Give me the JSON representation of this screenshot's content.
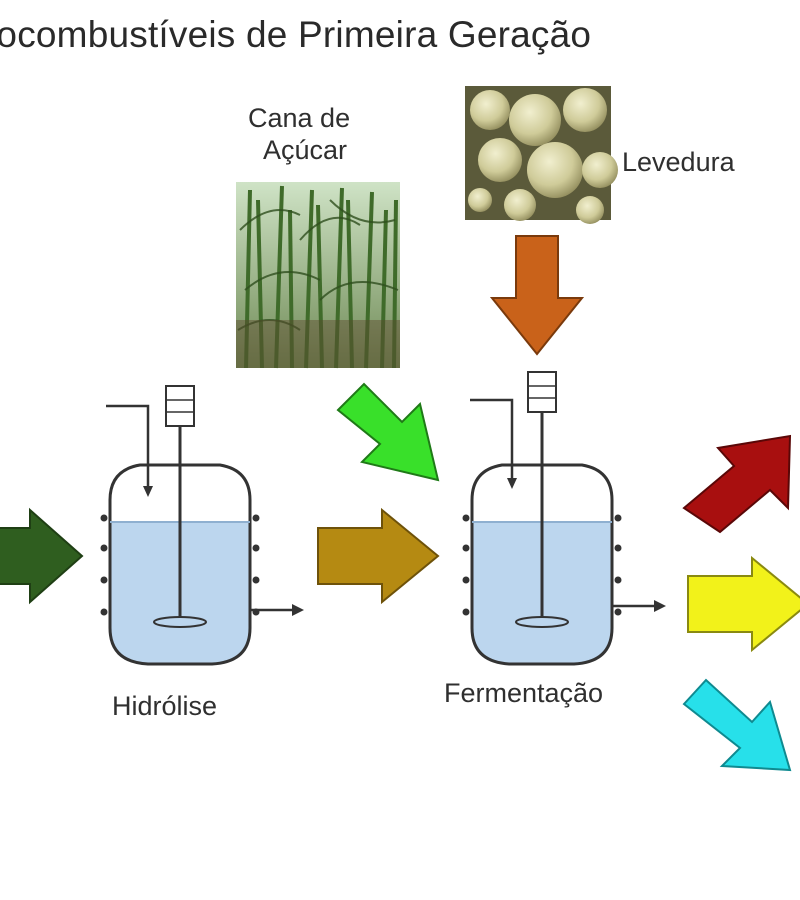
{
  "title": "iocombustíveis de Primeira Geração",
  "labels": {
    "cana_line1": "Cana de",
    "cana_line2": "Açúcar",
    "levedura": "Levedura",
    "hidrolise": "Hidrólise",
    "fermentacao": "Fermentação"
  },
  "colors": {
    "arrow_input_left": "#2f5e1f",
    "arrow_cane": "#39e02a",
    "arrow_yeast": "#c9621a",
    "arrow_middle": "#b58a12",
    "arrow_out_red": "#a80f0f",
    "arrow_out_yellow": "#f2f21a",
    "arrow_out_cyan": "#27e0ea",
    "liquid": "#bcd6ee",
    "tank_stroke": "#333333"
  }
}
